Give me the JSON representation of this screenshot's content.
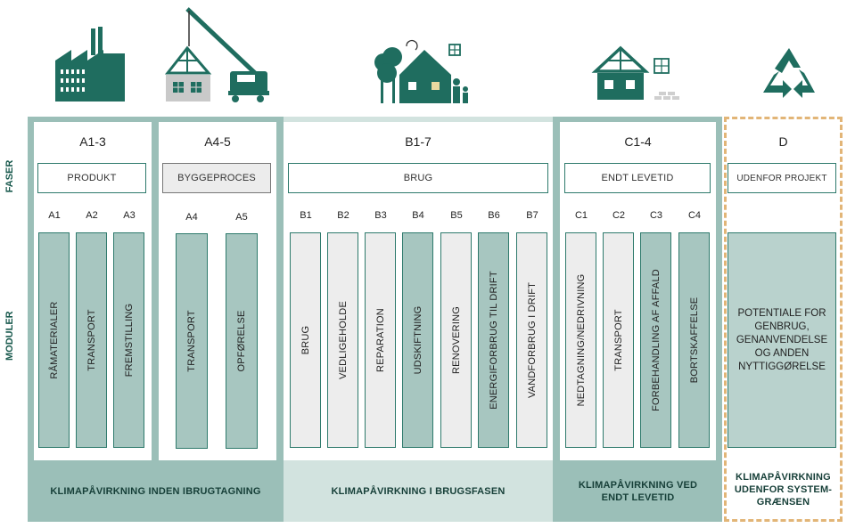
{
  "row_labels": {
    "phases": "FASER",
    "modules": "MODULER"
  },
  "groups": [
    {
      "code": "A1-3",
      "stage": "PRODUKT",
      "footer": "KLIMAPÅVIRKNING INDEN IBRUGTAGNING",
      "modules": [
        {
          "code": "A1",
          "label": "RÅMATERIALER"
        },
        {
          "code": "A2",
          "label": "TRANSPORT"
        },
        {
          "code": "A3",
          "label": "FREMSTILLING"
        }
      ]
    },
    {
      "code": "A4-5",
      "stage": "BYGGEPROCES",
      "modules": [
        {
          "code": "A4",
          "label": "TRANSPORT"
        },
        {
          "code": "A5",
          "label": "OPFØRELSE"
        }
      ]
    },
    {
      "code": "B1-7",
      "stage": "BRUG",
      "footer": "KLIMAPÅVIRKNING I BRUGSFASEN",
      "modules": [
        {
          "code": "B1",
          "label": "BRUG"
        },
        {
          "code": "B2",
          "label": "VEDLIGEHOLDE"
        },
        {
          "code": "B3",
          "label": "REPARATION"
        },
        {
          "code": "B4",
          "label": "UDSKIFTNING"
        },
        {
          "code": "B5",
          "label": "RENOVERING"
        },
        {
          "code": "B6",
          "label": "ENERGIFORBRUG TIL DRIFT"
        },
        {
          "code": "B7",
          "label": "VANDFORBRUG I DRIFT"
        }
      ]
    },
    {
      "code": "C1-4",
      "stage": "ENDT LEVETID",
      "footer": "KLIMAPÅVIRKNING VED ENDT LEVETID",
      "modules": [
        {
          "code": "C1",
          "label": "NEDTAGNING/NEDRIVNING"
        },
        {
          "code": "C2",
          "label": "TRANSPORT"
        },
        {
          "code": "C3",
          "label": "FORBEHANDLING AF AFFALD"
        },
        {
          "code": "C4",
          "label": "BORTSKAFFELSE"
        }
      ]
    },
    {
      "code": "D",
      "stage": "UDENFOR PROJEKT",
      "footer": "KLIMAPÅVIRKNING UDENFOR SYSTEM-GRÆNSEN",
      "module_text": "POTENTIALE FOR GENBRUG, GENANVENDELSE OG ANDEN NYTTIGGØRELSE"
    }
  ],
  "icons": [
    "factory-icon",
    "crane-house-icon",
    "house-family-icon",
    "demolition-house-icon",
    "recycle-icon"
  ],
  "colors": {
    "dark_teal": "#1f6d5f",
    "teal_band": "#9bbfb8",
    "light_band": "#d2e3df",
    "module_dark": "#a7c6c0",
    "module_light": "#ededed",
    "dashed": "#e2b577"
  }
}
